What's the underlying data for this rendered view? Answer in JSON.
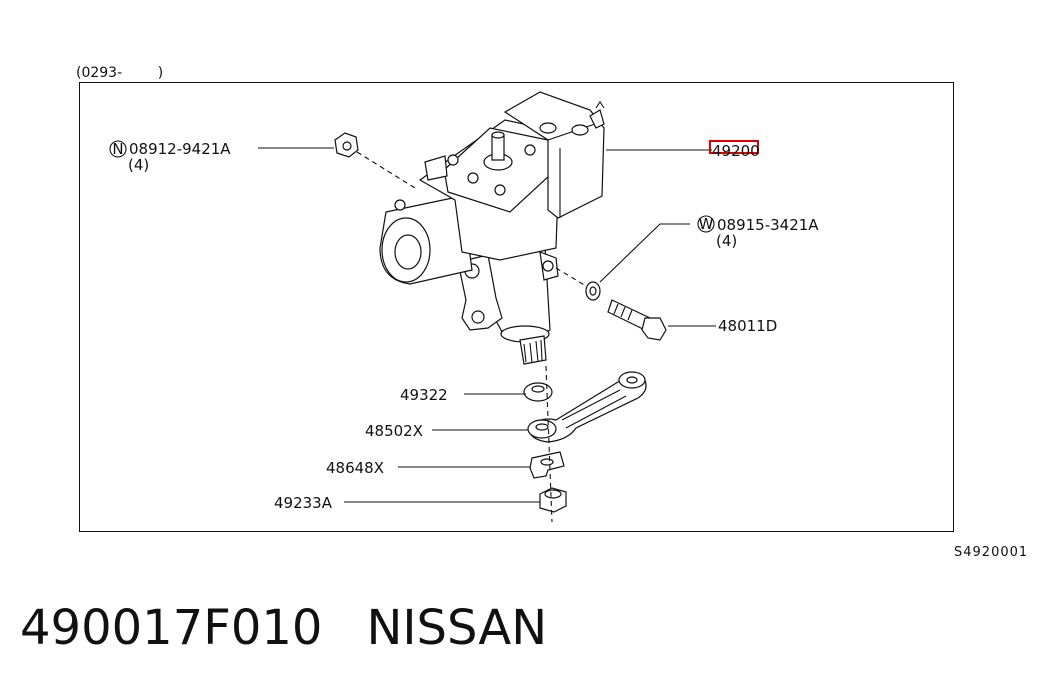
{
  "diagram": {
    "range_label": "(0293-        )",
    "diagram_code": "S4920001",
    "callouts": [
      {
        "id": "n_nut",
        "prefix": "N",
        "part": "08912-9421A",
        "qty": "(4)"
      },
      {
        "id": "gear",
        "part": "49200"
      },
      {
        "id": "w_washer",
        "prefix": "W",
        "part": "08915-3421A",
        "qty": "(4)"
      },
      {
        "id": "bolt",
        "part": "48011D"
      },
      {
        "id": "seal",
        "part": "49322"
      },
      {
        "id": "arm",
        "part": "48502X"
      },
      {
        "id": "lockwasher",
        "part": "48648X"
      },
      {
        "id": "shaft_nut",
        "part": "49233A"
      }
    ],
    "highlight_color": "#e00000"
  },
  "footer": {
    "part_number": "490017F010",
    "brand": "NISSAN"
  }
}
